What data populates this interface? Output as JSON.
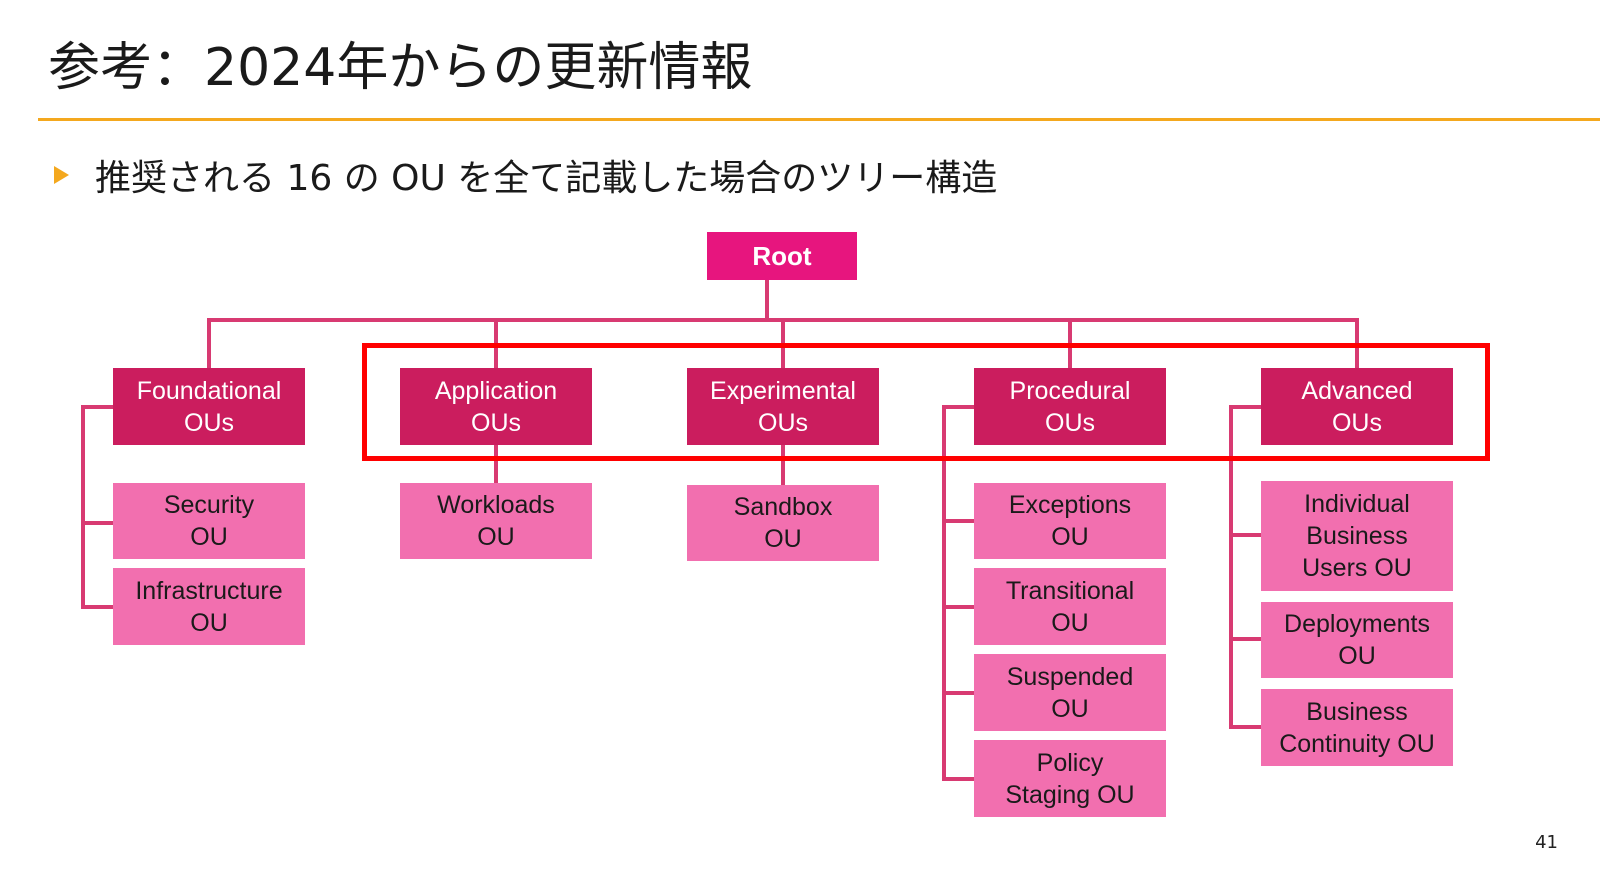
{
  "slide": {
    "title": "参考：2024年からの更新情報",
    "bullet": "推奨される 16 の OU を全て記載した場合のツリー構造",
    "page_number": "41"
  },
  "tree": {
    "root": "Root",
    "categories": [
      {
        "label": "Foundational\nOUs",
        "children": [
          "Security\nOU",
          "Infrastructure\nOU"
        ]
      },
      {
        "label": "Application\nOUs",
        "children": [
          "Workloads\nOU"
        ]
      },
      {
        "label": "Experimental\nOUs",
        "children": [
          "Sandbox\nOU"
        ]
      },
      {
        "label": "Procedural\nOUs",
        "children": [
          "Exceptions\nOU",
          "Transitional\nOU",
          "Suspended\nOU",
          "Policy\nStaging OU"
        ]
      },
      {
        "label": "Advanced\nOUs",
        "children": [
          "Individual\nBusiness\nUsers OU",
          "Deployments\nOU",
          "Business\nContinuity OU"
        ]
      }
    ]
  },
  "colors": {
    "root": "#E7157E",
    "category": "#CB1D5E",
    "leaf": "#F26FAF",
    "connector": "#D83A72",
    "highlight": "#FF0000",
    "title_rule": "#F4A81E"
  }
}
